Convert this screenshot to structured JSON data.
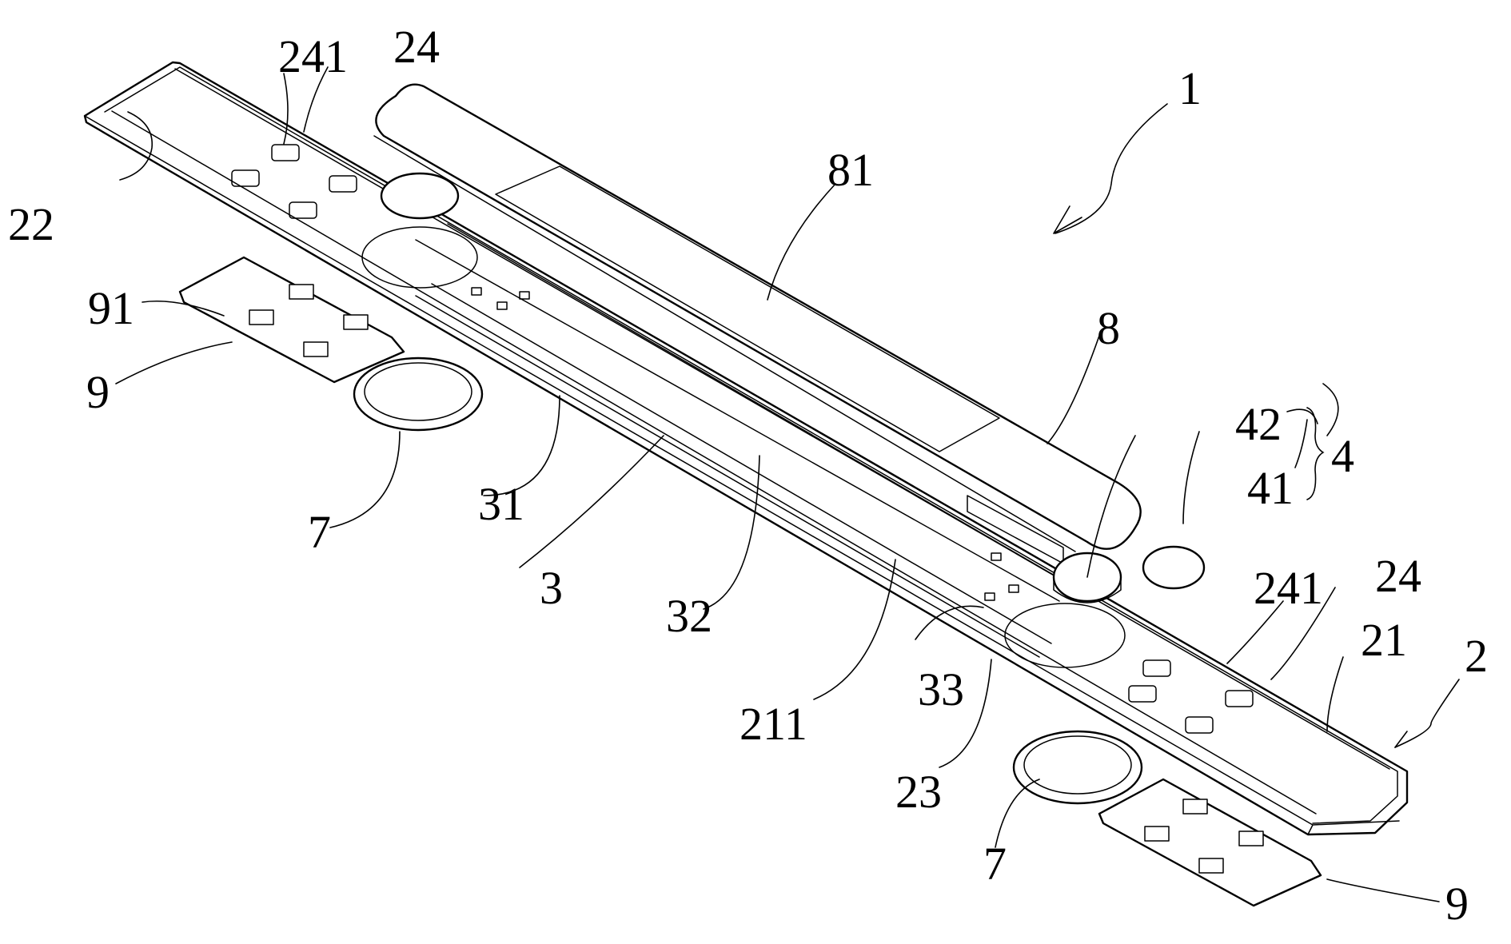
{
  "figure": {
    "labels": {
      "l1": "1",
      "l2": "2",
      "l3": "3",
      "l4": "4",
      "l7a": "7",
      "l7b": "7",
      "l8": "8",
      "l9a": "9",
      "l9b": "9",
      "l21": "21",
      "l22": "22",
      "l23": "23",
      "l24a": "24",
      "l24b": "24",
      "l31": "31",
      "l32": "32",
      "l33": "33",
      "l41": "41",
      "l42": "42",
      "l81": "81",
      "l91": "91",
      "l211": "211",
      "l241a": "241",
      "l241b": "241"
    }
  }
}
